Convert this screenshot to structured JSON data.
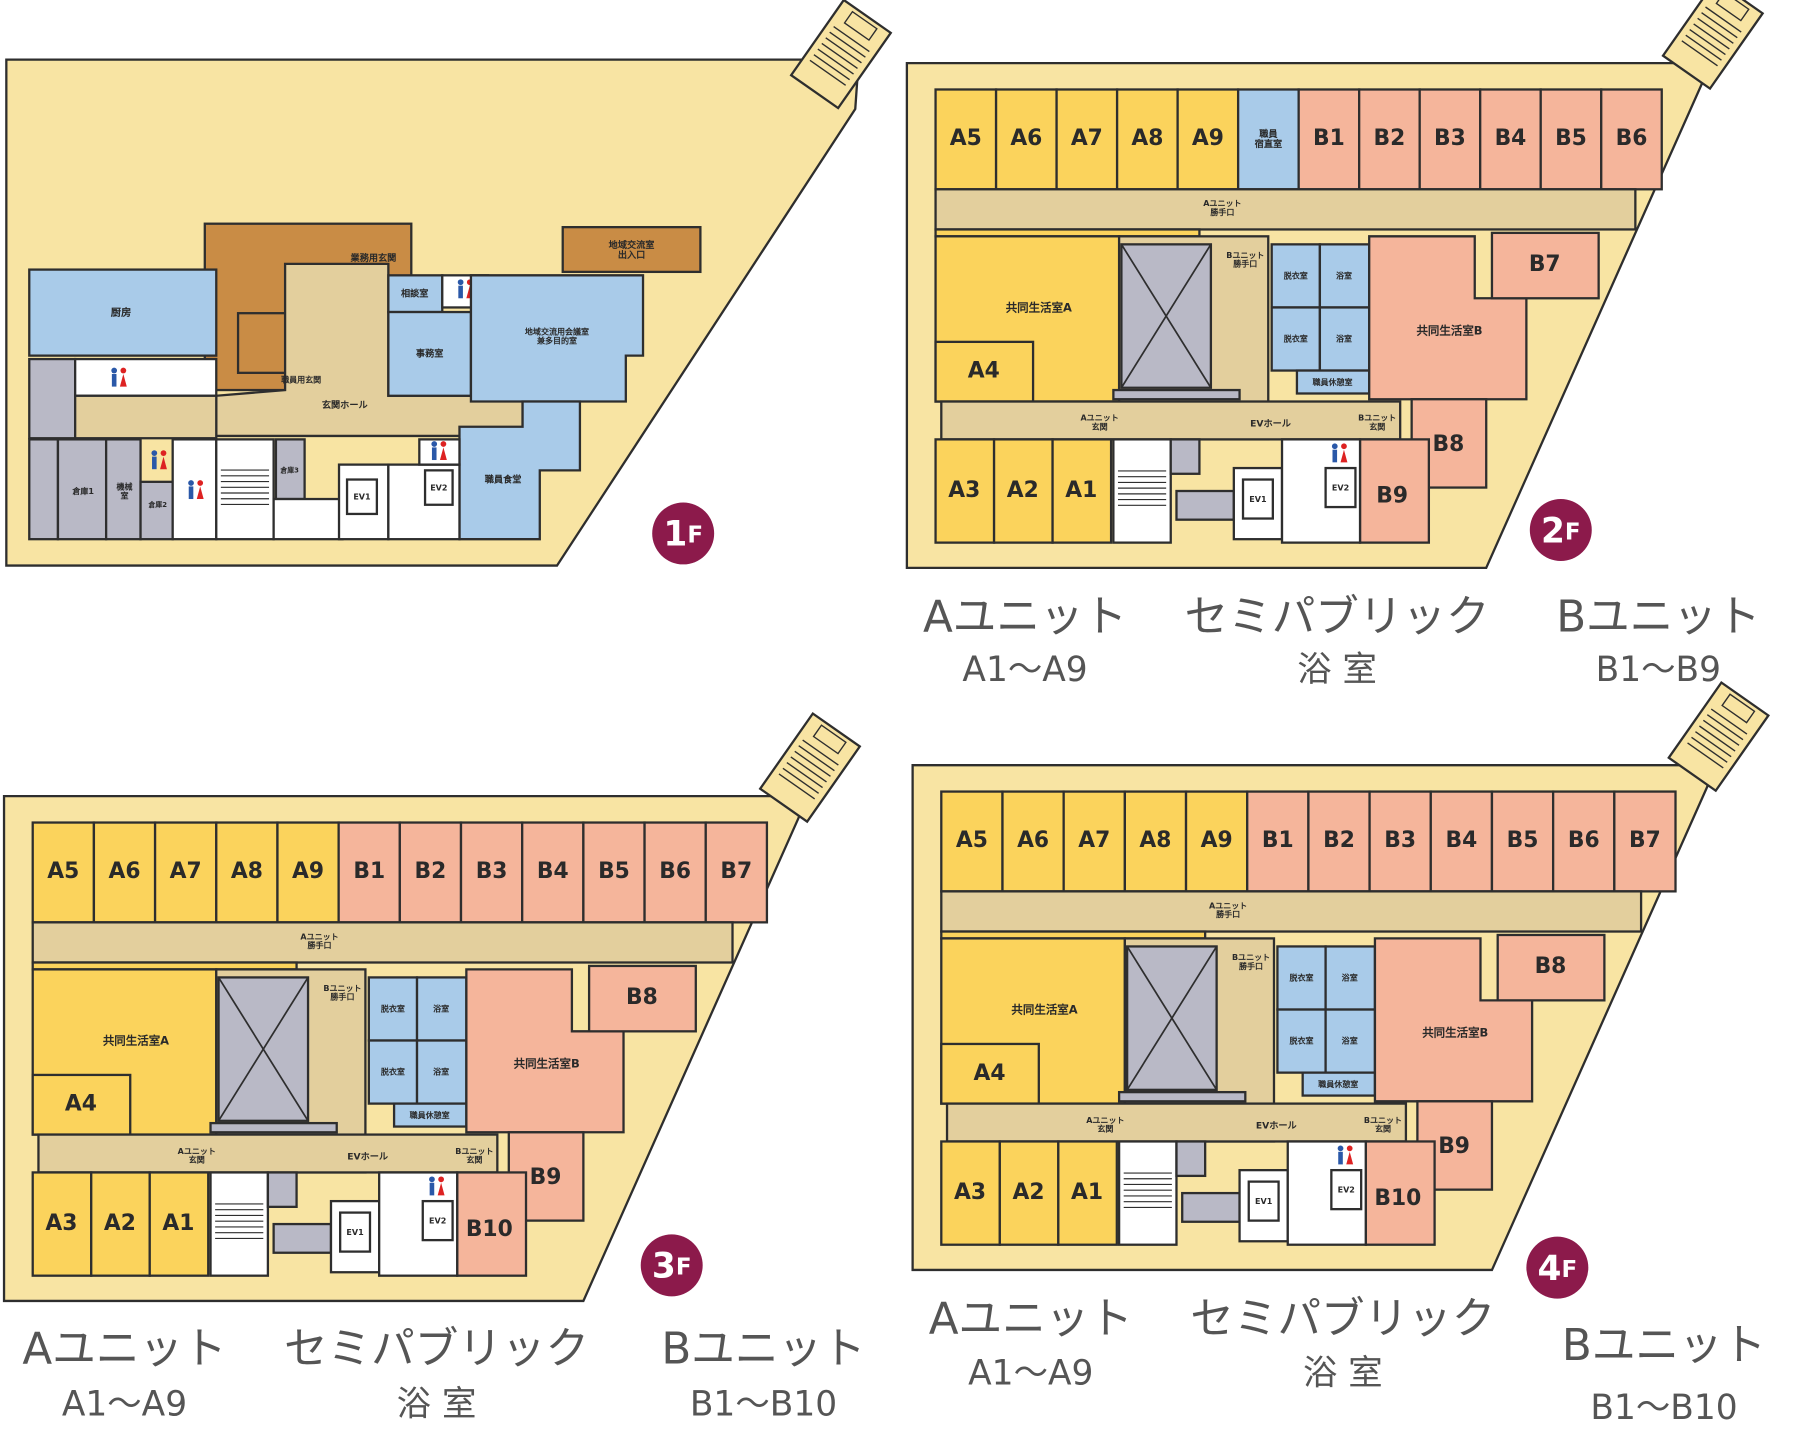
{
  "colors": {
    "site": "#f8e4a3",
    "unit_a": "#fbd35c",
    "unit_b": "#f5b59b",
    "service": "#a9cbe9",
    "corridor": "#e3cf9d",
    "entrance": "#c98c45",
    "storage": "#b9b9c6",
    "badge": "#8c1a4b",
    "outline": "#2e2e2e"
  },
  "floor_1": {
    "badge": "1F",
    "rooms": {
      "kitchen": "厨房",
      "business_entrance": "業務用玄関",
      "staff_entrance": "職員用玄関",
      "community_entrance": "地域交流室\n出入口",
      "consultation": "相談室",
      "office": "事務室",
      "community_room": "地域交流用会議室\n兼多目的室",
      "entrance_hall": "玄関ホール",
      "staff_dining": "職員食堂",
      "storage_1": "倉庫1",
      "machine": "機械\n室",
      "storage_2": "倉庫2",
      "storage_3": "倉庫3",
      "ev1": "EV1",
      "ev2": "EV2"
    }
  },
  "common_labels": {
    "living_a": "共同生活室A",
    "living_b": "共同生活室B",
    "ev_hall": "EVホール",
    "a_back_door": "Aユニット\n勝手口",
    "b_back_door": "Bユニット\n勝手口",
    "a_entrance": "Aユニット\n玄関",
    "b_entrance": "Bユニット\n玄関",
    "dressing_1": "脱衣室",
    "bath_1": "浴室",
    "dressing_2": "脱衣室",
    "bath_2": "浴室",
    "staff_rest": "職員休憩室",
    "ev1": "EV1",
    "ev2": "EV2"
  },
  "floor_2": {
    "badge": "2F",
    "top_row": [
      "A5",
      "A6",
      "A7",
      "A8",
      "A9",
      "職員\n宿直室",
      "B1",
      "B2",
      "B3",
      "B4",
      "B5",
      "B6"
    ],
    "side_b": [
      "B7",
      "B8",
      "B9"
    ],
    "a_units_bottom": [
      "A3",
      "A2",
      "A1"
    ],
    "a4": "A4",
    "captions": [
      {
        "title": "Aユニット",
        "sub": "A1〜A9"
      },
      {
        "title": "セミパブリック",
        "sub": "浴 室"
      },
      {
        "title": "Bユニット",
        "sub": "B1〜B9"
      }
    ]
  },
  "floor_3": {
    "badge": "3F",
    "top_row": [
      "A5",
      "A6",
      "A7",
      "A8",
      "A9",
      "B1",
      "B2",
      "B3",
      "B4",
      "B5",
      "B6",
      "B7"
    ],
    "side_b": [
      "B8",
      "B9",
      "B10"
    ],
    "a_units_bottom": [
      "A3",
      "A2",
      "A1"
    ],
    "a4": "A4",
    "captions": [
      {
        "title": "Aユニット",
        "sub": "A1〜A9"
      },
      {
        "title": "セミパブリック",
        "sub": "浴 室"
      },
      {
        "title": "Bユニット",
        "sub": "B1〜B10"
      }
    ]
  },
  "floor_4": {
    "badge": "4F",
    "top_row": [
      "A5",
      "A6",
      "A7",
      "A8",
      "A9",
      "B1",
      "B2",
      "B3",
      "B4",
      "B5",
      "B6",
      "B7"
    ],
    "side_b": [
      "B8",
      "B9",
      "B10"
    ],
    "a_units_bottom": [
      "A3",
      "A2",
      "A1"
    ],
    "a4": "A4",
    "captions": [
      {
        "title": "Aユニット",
        "sub": "A1〜A9"
      },
      {
        "title": "セミパブリック",
        "sub": "浴 室"
      },
      {
        "title": "Bユニット",
        "sub": "B1〜B10"
      }
    ]
  }
}
